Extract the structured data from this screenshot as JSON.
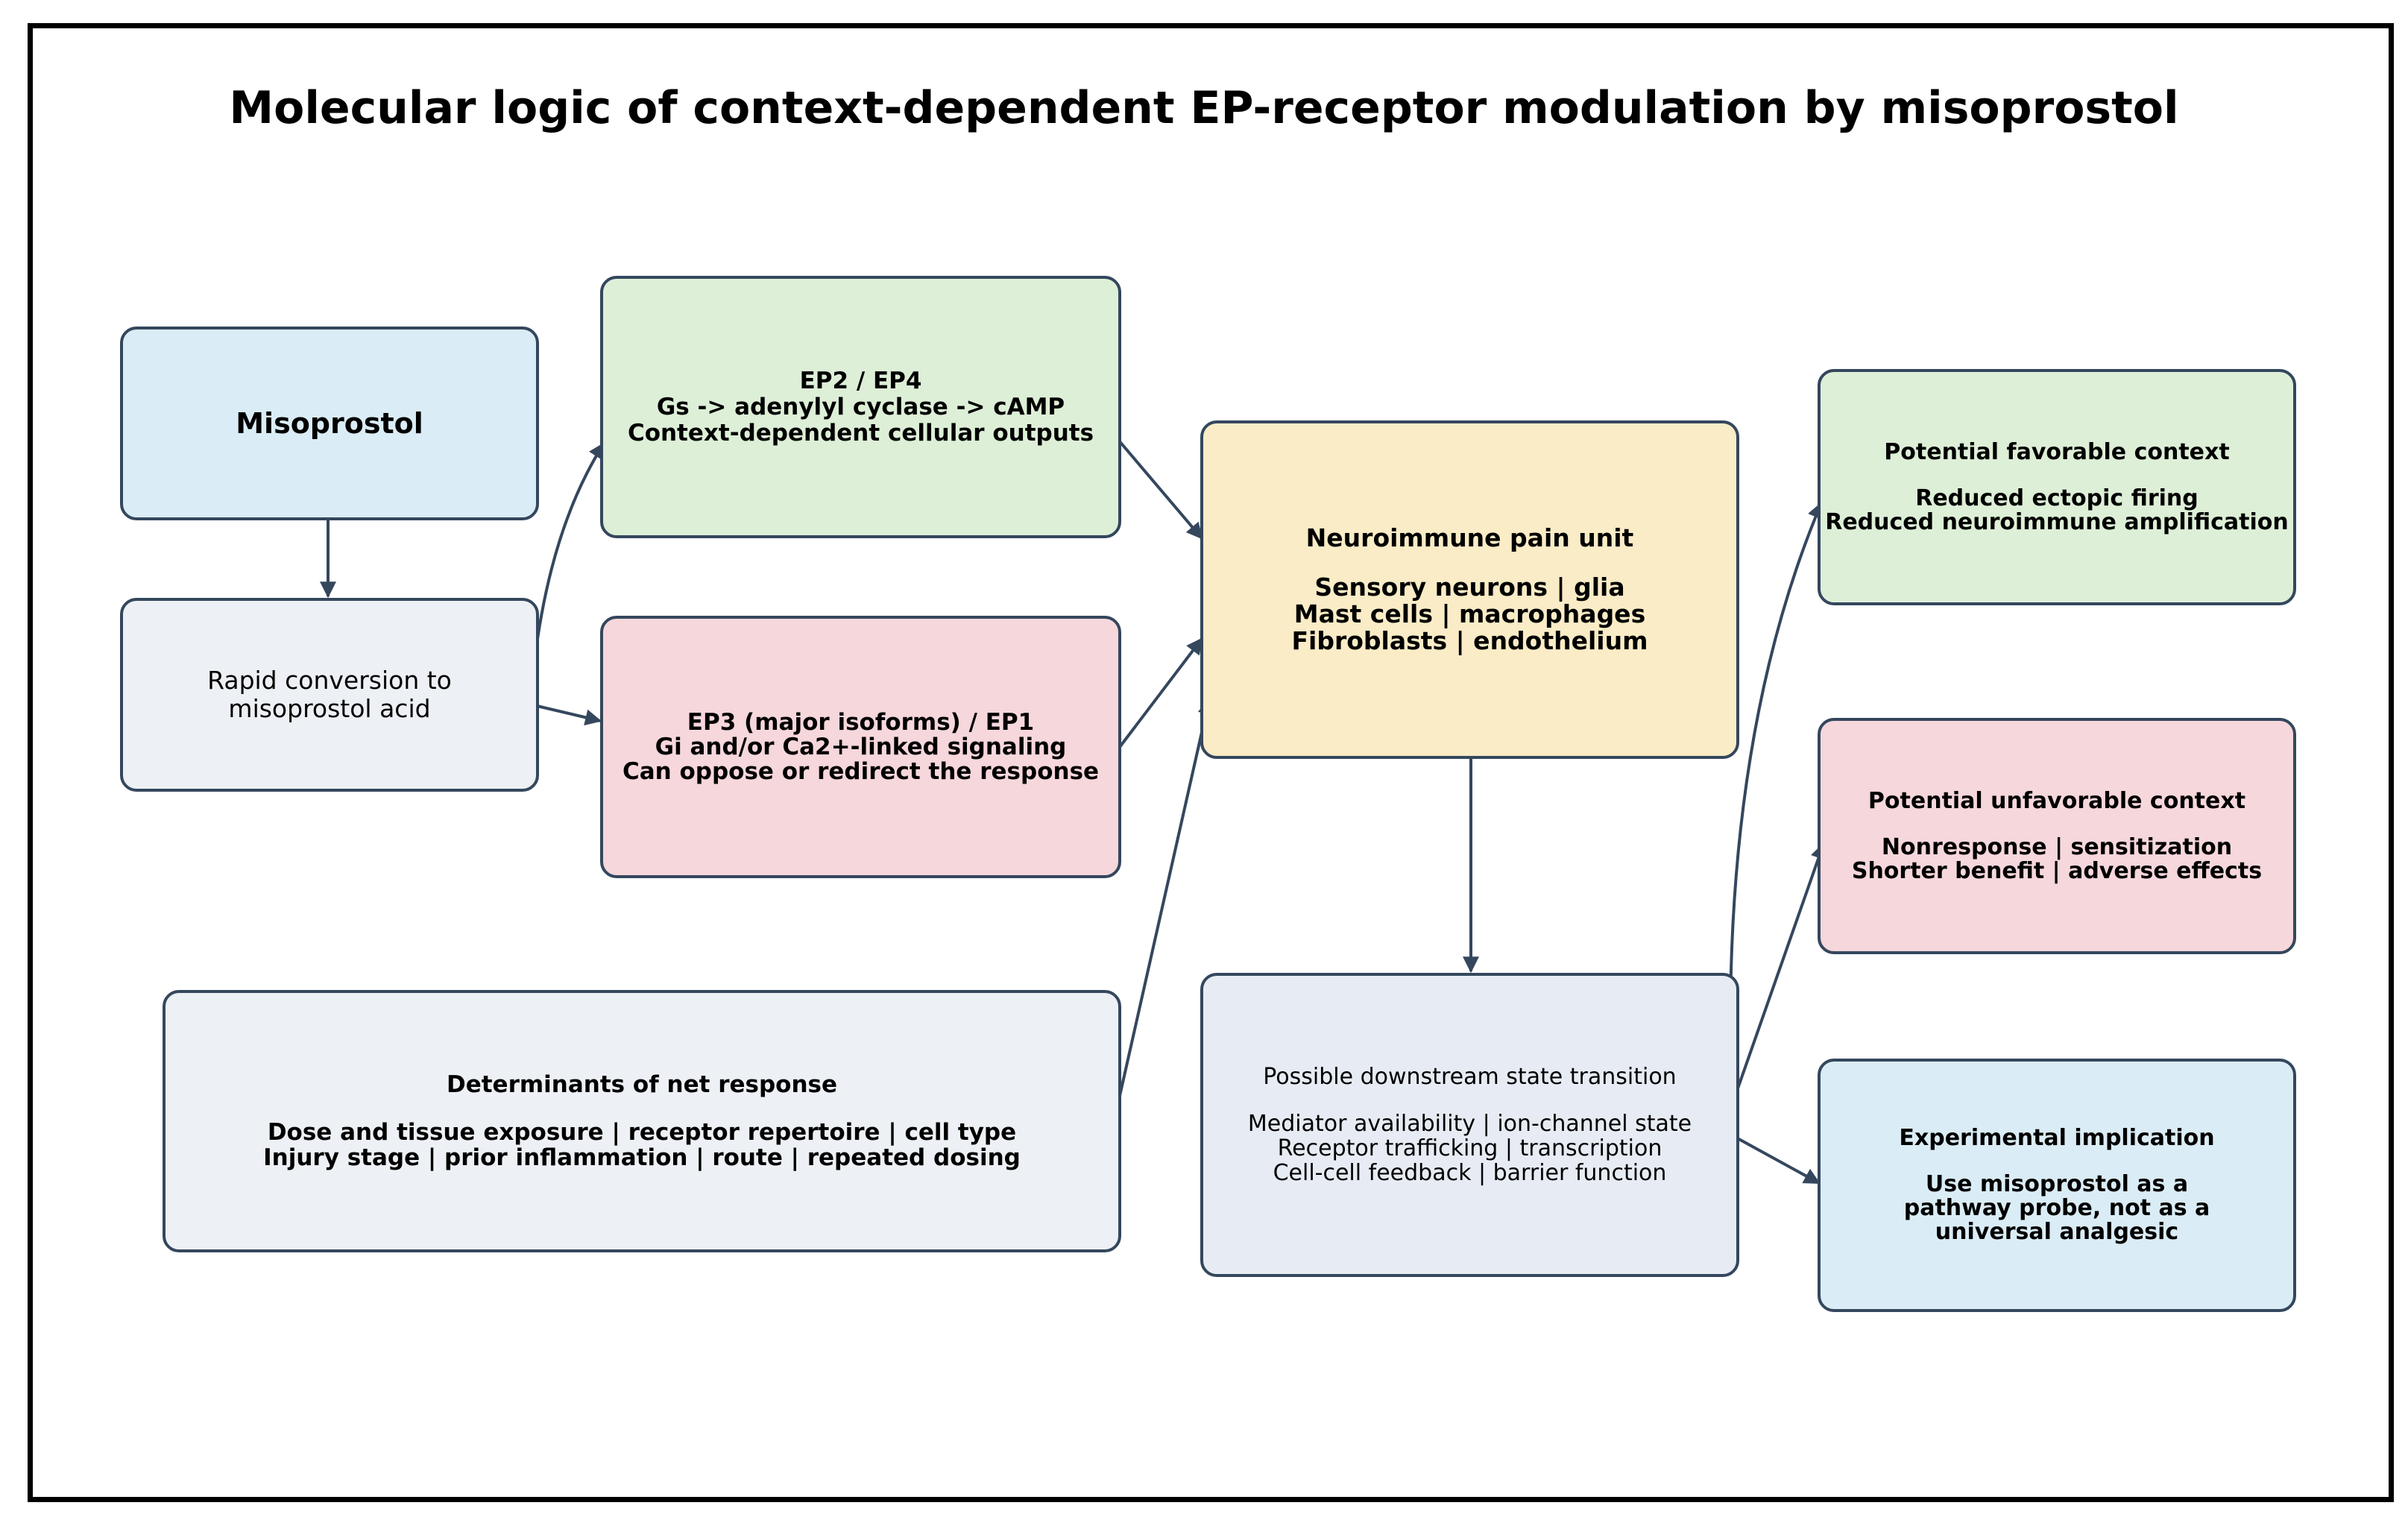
{
  "title": "Molecular logic of context-dependent EP-receptor modulation by misoprostol",
  "colors": {
    "edge": "#34475d",
    "blue": "#daecf5",
    "gray": "#edf0f4",
    "green": "#ddefd7",
    "pink": "#f6d7db",
    "yellow": "#f9ecc6",
    "lavender": "#e7ecf4"
  },
  "nodes": {
    "misoprostol": {
      "label": "Misoprostol"
    },
    "conversion": {
      "lines": [
        "Rapid conversion to",
        "misoprostol acid"
      ]
    },
    "ep24": {
      "lines": [
        "EP2 / EP4",
        "Gs -> adenylyl cyclase -> cAMP",
        "Context-dependent cellular outputs"
      ]
    },
    "ep31": {
      "lines": [
        "EP3 (major isoforms) / EP1",
        "Gi and/or Ca2+-linked signaling",
        "Can oppose or redirect the response"
      ]
    },
    "determinants": {
      "heading": "Determinants of net response",
      "lines": [
        "Dose and tissue exposure | receptor repertoire | cell type",
        "Injury stage | prior inflammation | route | repeated dosing"
      ]
    },
    "unit": {
      "heading": "Neuroimmune pain unit",
      "lines": [
        "Sensory neurons | glia",
        "Mast cells | macrophages",
        "Fibroblasts | endothelium"
      ]
    },
    "downstream": {
      "heading": "Possible downstream state transition",
      "lines": [
        "Mediator availability | ion-channel state",
        "Receptor trafficking | transcription",
        "Cell-cell feedback | barrier function"
      ]
    },
    "favorable": {
      "heading": "Potential favorable context",
      "lines": [
        "Reduced ectopic firing",
        "Reduced neuroimmune amplification"
      ]
    },
    "unfavorable": {
      "heading": "Potential unfavorable context",
      "lines": [
        "Nonresponse | sensitization",
        "Shorter benefit | adverse effects"
      ]
    },
    "implication": {
      "heading": "Experimental implication",
      "lines": [
        "Use misoprostol as a",
        "pathway probe, not as a",
        "universal analgesic"
      ]
    }
  }
}
